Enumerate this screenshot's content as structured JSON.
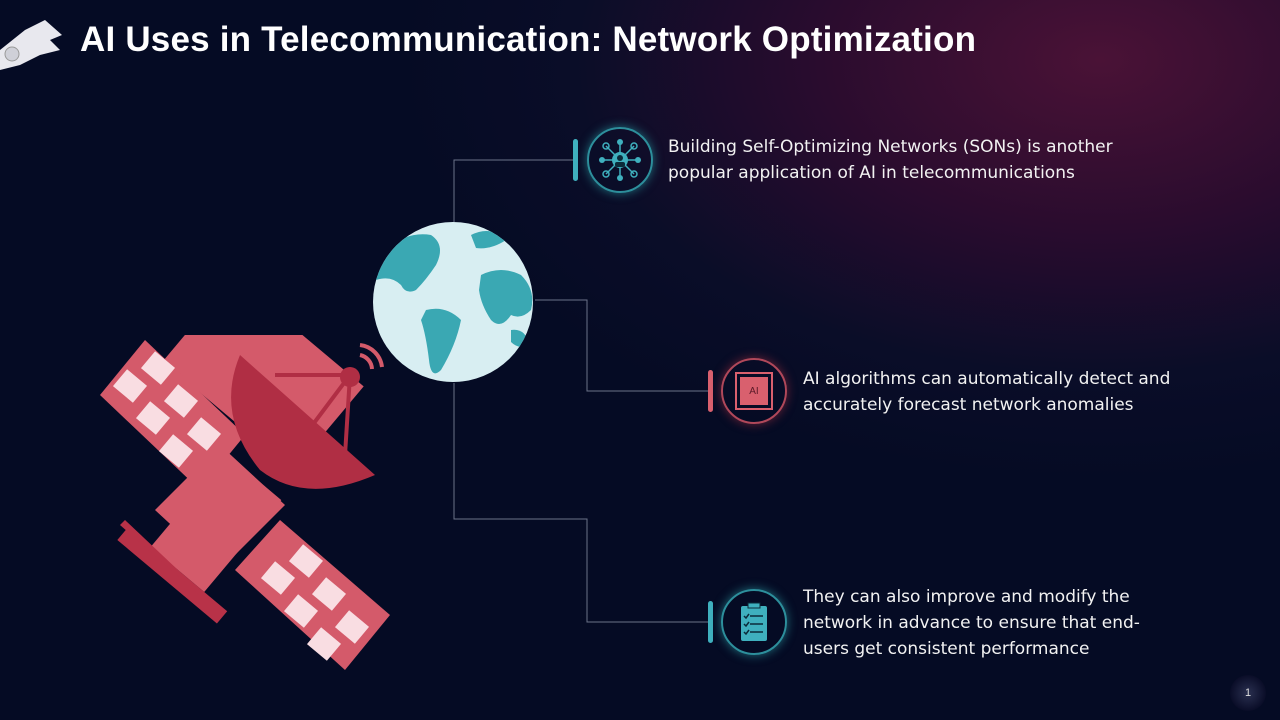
{
  "title": "AI Uses in Telecommunication: Network Optimization",
  "items": [
    {
      "text_lines": [
        "Building Self-Optimizing Networks (SONs) is another",
        "popular application of AI in telecommunications"
      ],
      "icon": "network-user-icon",
      "color": "#3fb0be"
    },
    {
      "text_lines": [
        "AI algorithms can automatically detect and",
        "accurately forecast network anomalies"
      ],
      "icon": "ai-chip-icon",
      "chip_label": "AI",
      "color": "#d9606e"
    },
    {
      "text_lines": [
        "They can also improve and modify the",
        "network in advance to ensure that end-",
        "users get consistent performance"
      ],
      "icon": "clipboard-checklist-icon",
      "color": "#3fb0be"
    }
  ],
  "page_number": "1"
}
